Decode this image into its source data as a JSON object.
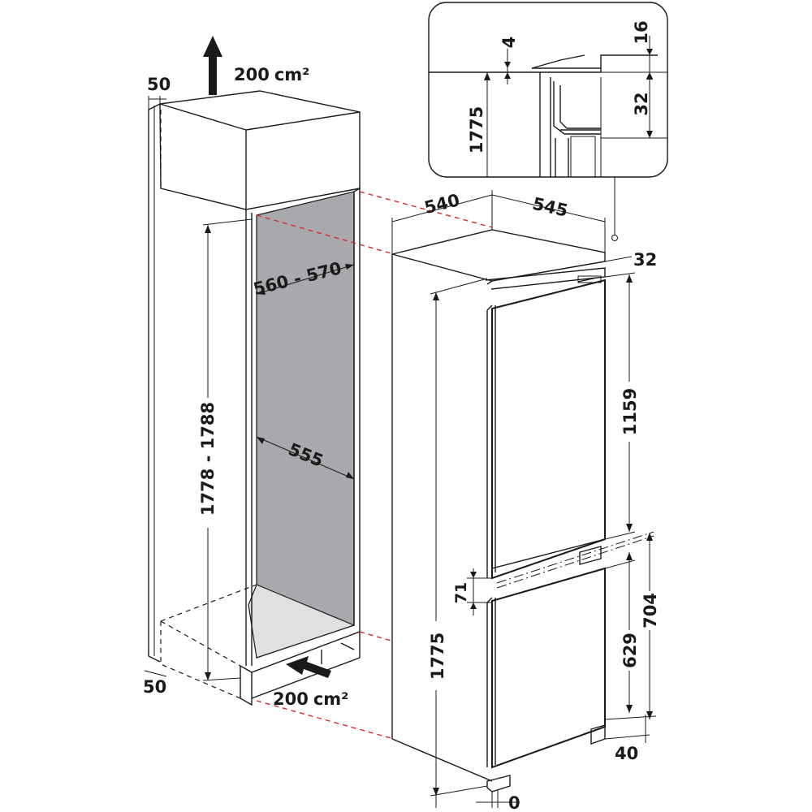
{
  "airflow": {
    "top_value": "200",
    "top_unit": "cm²",
    "bottom_value": "200",
    "bottom_unit": "cm²"
  },
  "niche": {
    "gap_top": "50",
    "gap_bottom": "50",
    "width": "560 - 570",
    "depth": "555",
    "height": "1778 - 1788"
  },
  "appliance": {
    "width": "540",
    "depth": "545",
    "top_gap": "32",
    "height": "1775",
    "upper_door": "1159",
    "door_gap": "71",
    "lower_section": "704",
    "lower_door": "629",
    "plinth": "40",
    "floor_gap": "0"
  },
  "detail": {
    "dim_16": "16",
    "dim_4": "4",
    "dim_1775": "1775",
    "dim_32": "32"
  }
}
